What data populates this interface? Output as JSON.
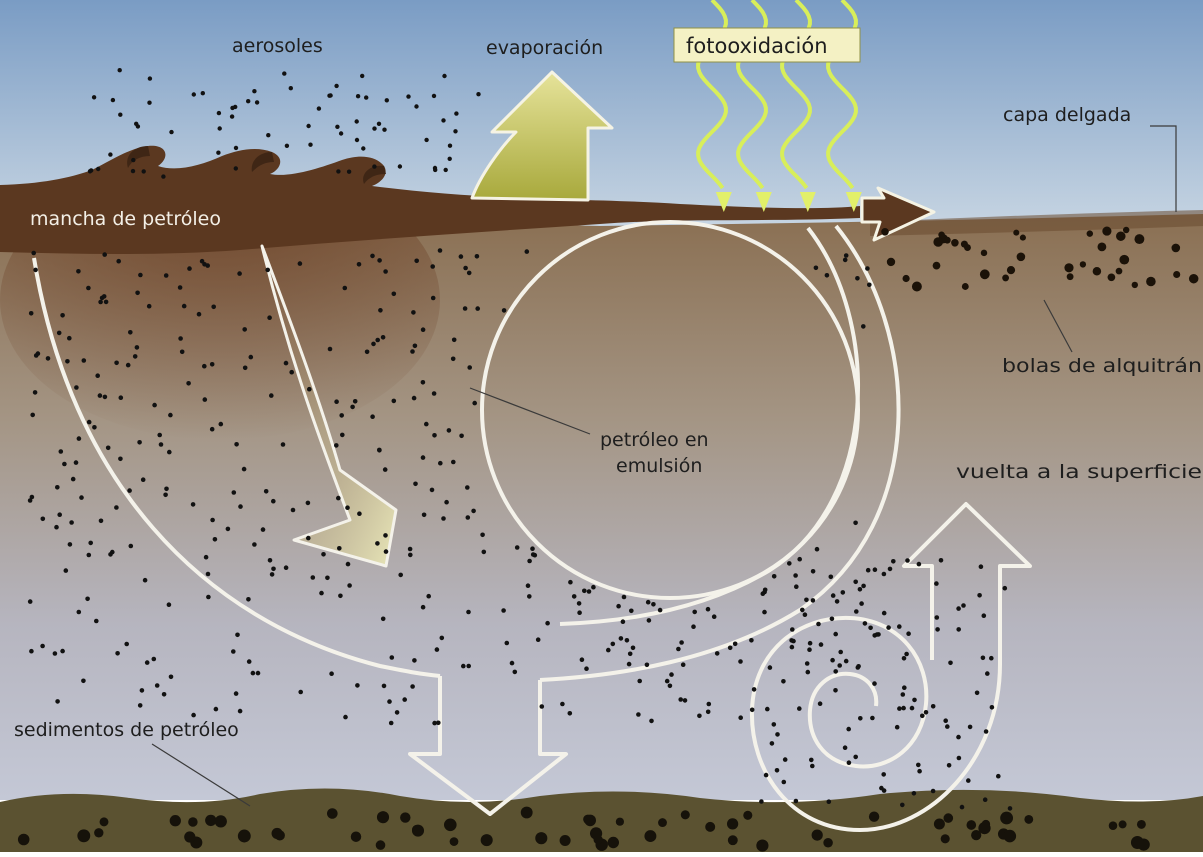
{
  "labels": {
    "aerosoles": "aerosoles",
    "evaporacion": "evaporación",
    "fotooxidacion": "fotooxidación",
    "capa_delgada": "capa delgada",
    "mancha": "mancha de petróleo",
    "bolas": "bolas de alquitrán",
    "emulsion_line1": "petróleo en",
    "emulsion_line2": "emulsión",
    "vuelta": "vuelta a la superficie",
    "sedimentos": "sedimentos de petróleo"
  },
  "colors": {
    "sky_top": "#7f9fc4",
    "sky_bottom": "#c8d6e4",
    "oil_slick": "#5e3a22",
    "water_top": "#8c7153",
    "water_mid": "#a99a8d",
    "water_bottom": "#c1c6d4",
    "seabed": "#5a5230",
    "arrow_fill": "#c8c66a",
    "wave_yellow": "#d8ee5a",
    "label_box": "#f4f1c4"
  }
}
